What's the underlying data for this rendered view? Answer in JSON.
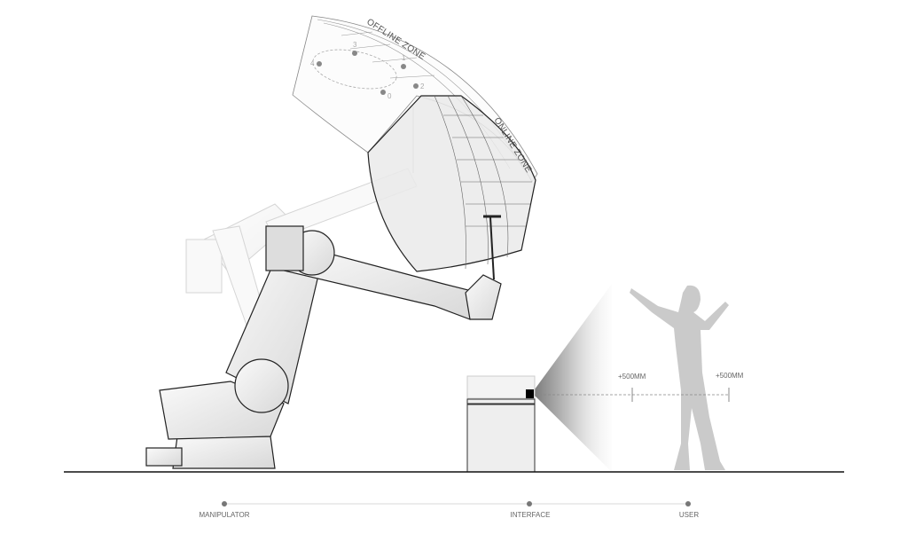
{
  "zones": {
    "offline": "OFFLINE ZONE",
    "online": "ONLINE ZONE"
  },
  "path_points": [
    "0",
    "1",
    "2",
    "3",
    "4"
  ],
  "distances": [
    "+500MM",
    "+500MM"
  ],
  "timeline": [
    "MANIPULATOR",
    "INTERFACE",
    "USER"
  ],
  "colors": {
    "line": "#222222",
    "marker": "#777777",
    "zone_fill": "#eeeeee"
  }
}
